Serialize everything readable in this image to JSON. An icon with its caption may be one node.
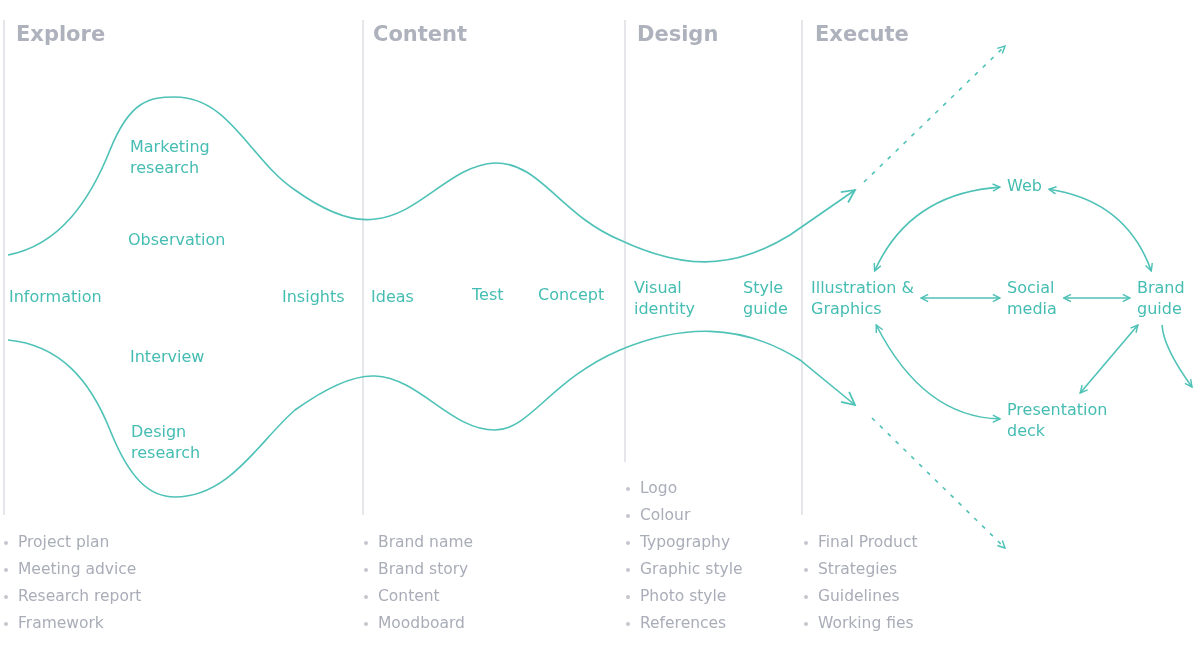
{
  "diagram": {
    "nodes": [
      {
        "text": [
          "Web"
        ]
      },
      {
        "text": [
          "Illustration & Graphics"
        ]
      },
      {
        "text": [
          "Social media"
        ]
      },
      {
        "text": [
          "Brand guide"
        ]
      },
      {
        "text": [
          "Presentation deck"
        ]
      }
    ],
    "edges": [
      {
        "from": 1,
        "to": 0,
        "arrow": "both"
      },
      {
        "from": 0,
        "to": 3,
        "arrow": "both"
      },
      {
        "from": 1,
        "to": 2,
        "arrow": "both"
      },
      {
        "from": 2,
        "to": 3,
        "arrow": "both"
      },
      {
        "from": 1,
        "to": 4,
        "arrow": "both"
      },
      {
        "from": 3,
        "to": 4,
        "arrow": "both"
      },
      {
        "from": 3,
        "to": null,
        "arrow": "to"
      }
    ],
    "labels": [
      "Explore",
      "Content",
      "Design",
      "Execute",
      "Marketing research",
      "Observation",
      "Information",
      "Insights",
      "Ideas",
      "Test",
      "Concept",
      "Visual identity",
      "Style guide",
      "Interview",
      "Design research",
      "Logo",
      "Colour",
      "Typography",
      "Graphic style",
      "Photo style",
      "References",
      "Project plan",
      "Meeting advice",
      "Research report",
      "Framework",
      "Brand name",
      "Brand story",
      "Content",
      "Moodboard",
      "Final Product",
      "Strategies",
      "Guidelines",
      "Working fies"
    ]
  }
}
